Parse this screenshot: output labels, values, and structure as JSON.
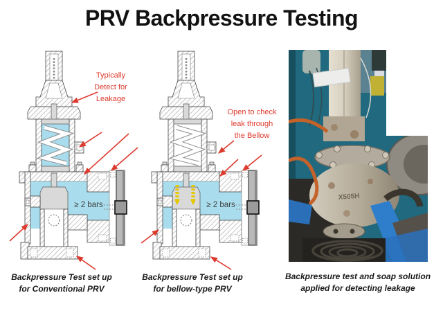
{
  "title": "PRV Backpressure Testing",
  "colors": {
    "annotation_red": "#dd3a2e",
    "fluid_blue": "#a9dcec",
    "bellows_yellow": "#e3c800",
    "blind_flange_gray": "#b9b9b9"
  },
  "diagrams": {
    "conventional": {
      "note_lines": [
        "Typically",
        "Detect for",
        "Leakage"
      ],
      "pressure_label": "≥ 2 bars",
      "caption_lines": [
        "Backpressure Test set up",
        "for Conventional PRV"
      ]
    },
    "bellows": {
      "note_lines": [
        "Open to check",
        "leak through",
        "the Bellow"
      ],
      "pressure_label": "≥ 2 bars",
      "caption_lines": [
        "Backpressure Test set up",
        "for bellow-type PRV"
      ]
    },
    "photo": {
      "caption_lines": [
        "Backpressure test and soap solution",
        "applied for detecting leakage"
      ],
      "stamp_text": "X505H"
    }
  }
}
